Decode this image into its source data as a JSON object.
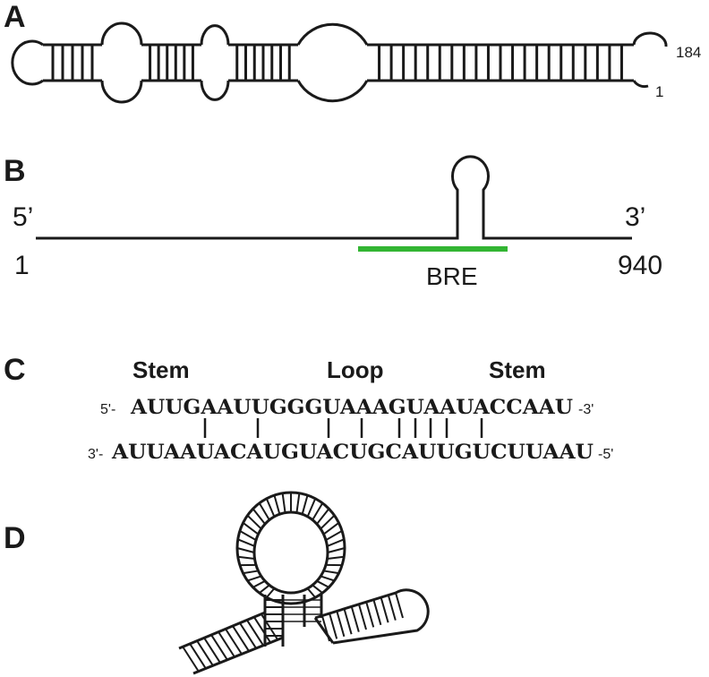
{
  "panels": {
    "a": {
      "letter": "A",
      "end_top": "184",
      "end_bottom": "1"
    },
    "b": {
      "letter": "B",
      "five_prime": "5’",
      "three_prime": "3’",
      "start_pos": "1",
      "end_pos": "940",
      "region_label": "BRE",
      "region_color": "#33b533"
    },
    "c": {
      "letter": "C",
      "headers": [
        "Stem",
        "Loop",
        "Stem"
      ],
      "top_prefix": "5'-",
      "top_seq": "AUUGAAUUGGGUAAAGUAAUACCAAU",
      "top_suffix": "-3'",
      "bottom_prefix": "3'-",
      "bottom_seq": "AUUAAUACAUGUACUGCAUUGUCUUAAU",
      "bottom_suffix": "-5'"
    },
    "d": {
      "letter": "D"
    }
  },
  "colors": {
    "ink": "#1a1a1a",
    "highlight": "#33b533"
  }
}
